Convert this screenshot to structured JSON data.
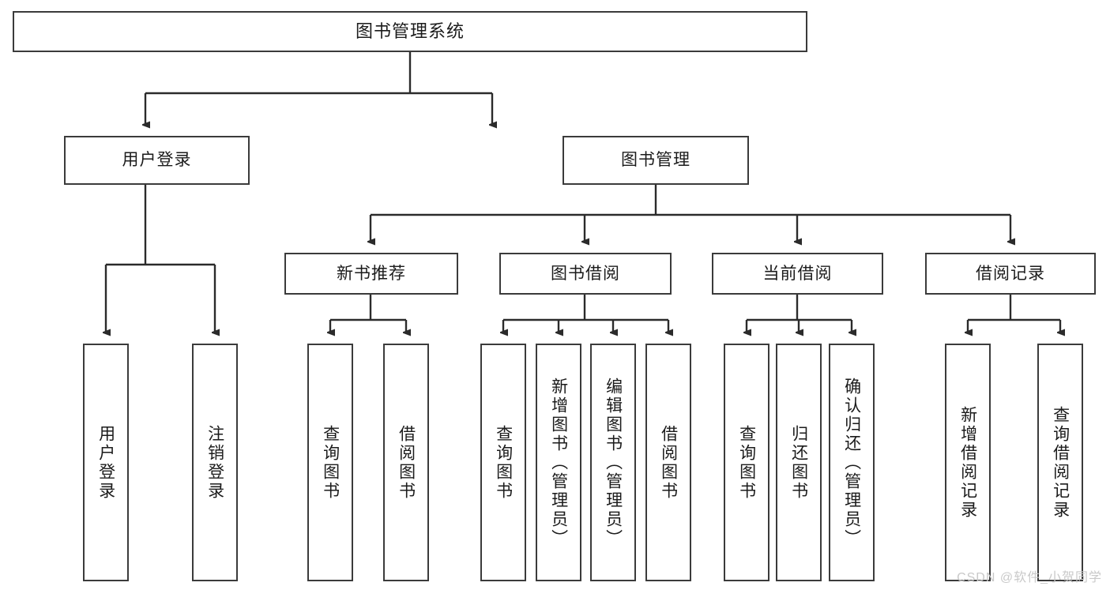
{
  "diagram": {
    "type": "tree-hierarchy-diagram",
    "title": "图书管理系统",
    "colors": {
      "box_border": "#3b3b3b",
      "box_fill": "#ffffff",
      "edge": "#2b2b2b",
      "text": "#1b1b1b",
      "watermark": "#c9c9c9",
      "background": "#ffffff"
    },
    "nodes": {
      "root": {
        "label": "图书管理系统",
        "orientation": "horizontal"
      },
      "level2": [
        {
          "label": "用户登录",
          "orientation": "horizontal"
        },
        {
          "label": "图书管理",
          "orientation": "horizontal"
        }
      ],
      "level3": [
        {
          "label": "新书推荐",
          "orientation": "horizontal"
        },
        {
          "label": "图书借阅",
          "orientation": "horizontal"
        },
        {
          "label": "当前借阅",
          "orientation": "horizontal"
        },
        {
          "label": "借阅记录",
          "orientation": "horizontal"
        }
      ],
      "leaves_user_login": [
        {
          "label": "用户登录",
          "orientation": "vertical"
        },
        {
          "label": "注销登录",
          "orientation": "vertical"
        }
      ],
      "leaves_new_book": [
        {
          "label": "查询图书",
          "orientation": "vertical"
        },
        {
          "label": "借阅图书",
          "orientation": "vertical"
        }
      ],
      "leaves_borrow": [
        {
          "label": "查询图书",
          "orientation": "vertical"
        },
        {
          "label": "新增图书（管理员）",
          "orientation": "vertical"
        },
        {
          "label": "编辑图书（管理员）",
          "orientation": "vertical"
        },
        {
          "label": "借阅图书",
          "orientation": "vertical"
        }
      ],
      "leaves_current": [
        {
          "label": "查询图书",
          "orientation": "vertical"
        },
        {
          "label": "归还图书",
          "orientation": "vertical"
        },
        {
          "label": "确认归还（管理员）",
          "orientation": "vertical"
        }
      ],
      "leaves_records": [
        {
          "label": "新增借阅记录",
          "orientation": "vertical"
        },
        {
          "label": "查询借阅记录",
          "orientation": "vertical"
        }
      ]
    },
    "watermark": "CSDN @软件_小贺同学"
  }
}
